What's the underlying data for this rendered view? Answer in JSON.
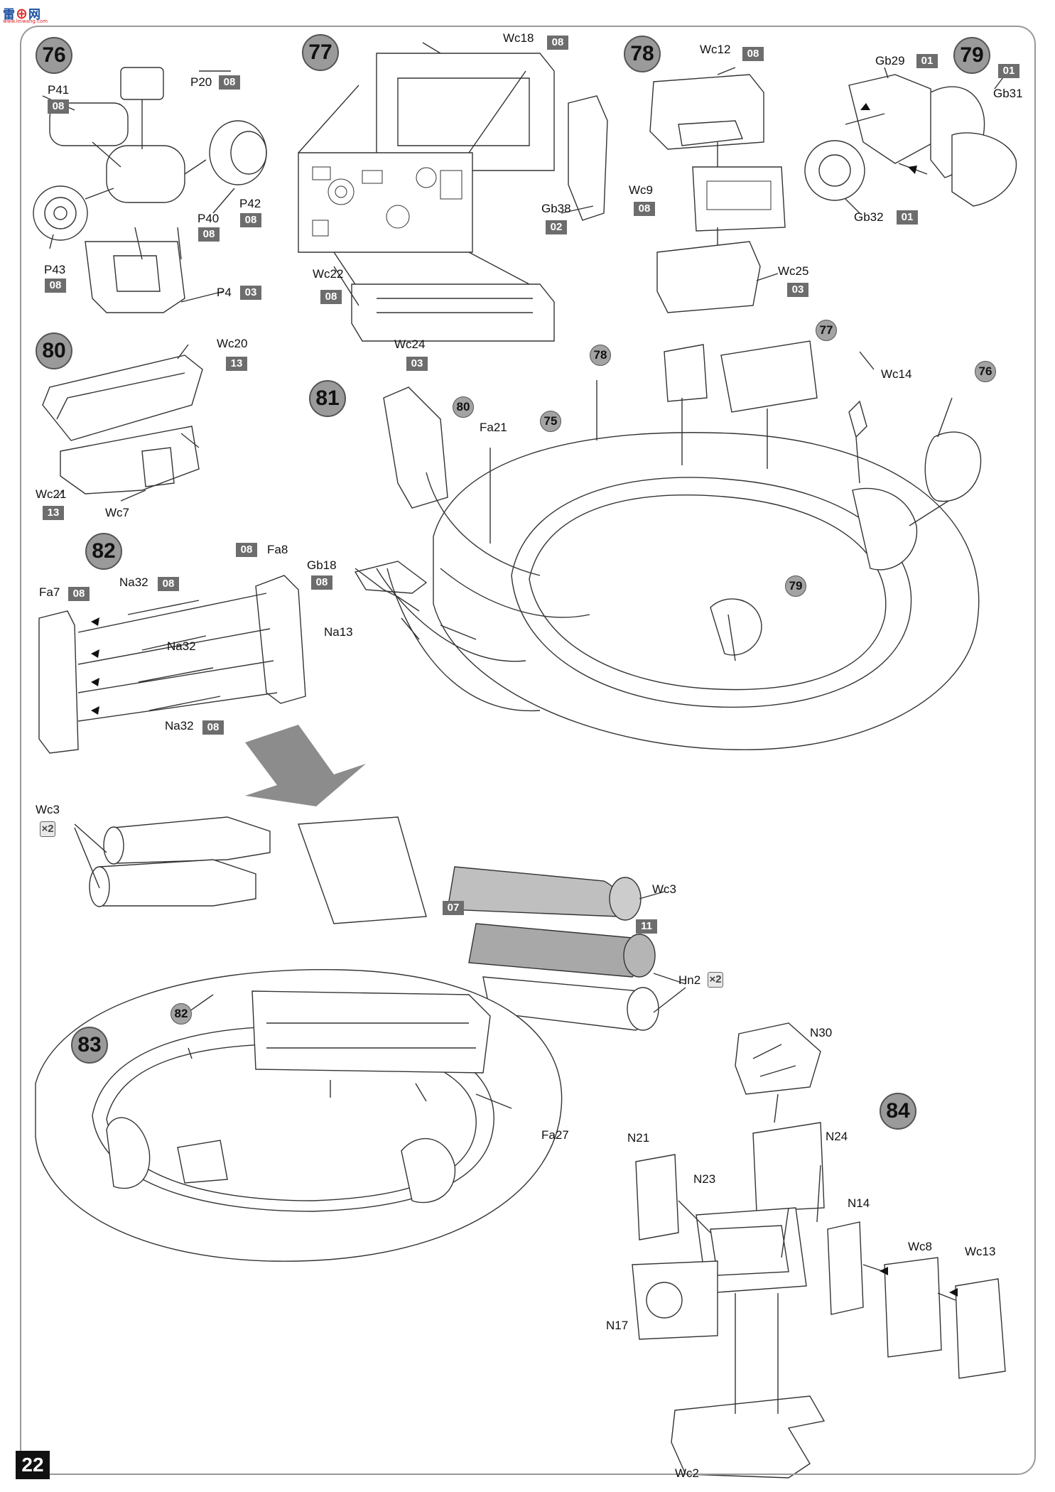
{
  "watermark": {
    "main_left": "雷",
    "main_right": "网",
    "sub": "www.leiwang.com"
  },
  "page": {
    "number": "22"
  },
  "steps": {
    "s75": "75",
    "s76": "76",
    "s77": "77",
    "s78": "78",
    "s79": "79",
    "s80": "80",
    "s81": "81",
    "s82": "82",
    "s83": "83",
    "s84": "84"
  },
  "labels": {
    "p20": "P20",
    "p41": "P41",
    "p40": "P40",
    "p42": "P42",
    "p43": "P43",
    "p4": "P4",
    "wc18": "Wc18",
    "wc22": "Wc22",
    "gb38": "Gb38",
    "wc24": "Wc24",
    "wc12": "Wc12",
    "wc9": "Wc9",
    "wc25": "Wc25",
    "gb29": "Gb29",
    "gb31": "Gb31",
    "gb32": "Gb32",
    "wc20": "Wc20",
    "wc21": "Wc21",
    "wc7": "Wc7",
    "fa21": "Fa21",
    "wc14": "Wc14",
    "fa8": "Fa8",
    "fa7": "Fa7",
    "na32a": "Na32",
    "na32b": "Na32",
    "na32c": "Na32",
    "gb18": "Gb18",
    "na13": "Na13",
    "wc3a": "Wc3",
    "wc3b": "Wc3",
    "hn2": "Hn2",
    "fa27": "Fa27",
    "n30": "N30",
    "n21": "N21",
    "n24": "N24",
    "n23": "N23",
    "n14": "N14",
    "wc8": "Wc8",
    "wc13": "Wc13",
    "n17": "N17",
    "wc2": "Wc2"
  },
  "badges": {
    "b01": "08",
    "b02": "08",
    "b03": "08",
    "b04": "08",
    "b05": "08",
    "b06": "03",
    "b07": "08",
    "b08": "02",
    "b09": "08",
    "b10": "03",
    "b11": "08",
    "b12": "08",
    "b13": "03",
    "b14": "01",
    "b15": "01",
    "b16": "01",
    "b17": "13",
    "b18": "13",
    "b19": "08",
    "b20": "08",
    "b21": "08",
    "b22": "08",
    "b23": "08",
    "b24": "07",
    "b25": "11"
  },
  "multipliers": {
    "wc3": "2",
    "hn2": "2"
  },
  "colors": {
    "badge": "#6d6d6d",
    "step_circle": "#9a9a9a",
    "arrow": "#8c8c8c",
    "line": "#333333"
  }
}
